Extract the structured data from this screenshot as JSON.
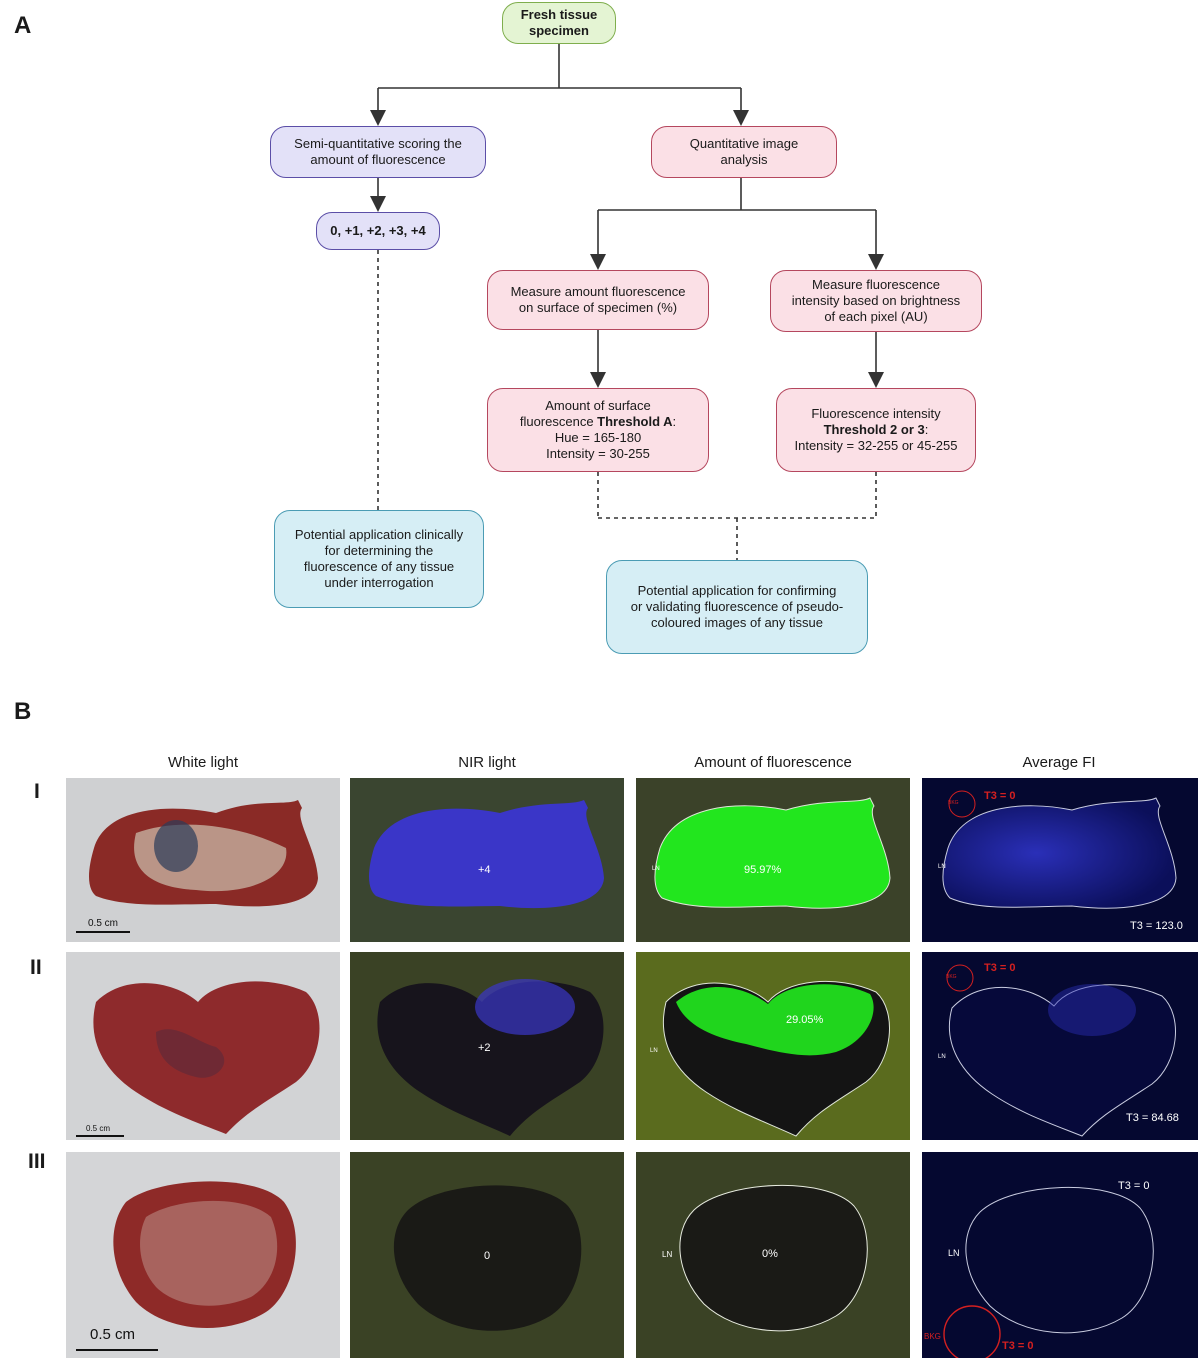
{
  "panel_a": {
    "letter": "A",
    "root": {
      "line1": "Fresh tissue",
      "line2": "specimen"
    },
    "semi": {
      "line1": "Semi-quantitative scoring the",
      "line2": "amount of fluorescence"
    },
    "scores": "0, +1, +2, +3, +4",
    "quant": {
      "line1": "Quantitative image",
      "line2": "analysis"
    },
    "measure_amount": {
      "line1": "Measure amount fluorescence",
      "line2": "on surface of specimen (%)"
    },
    "measure_intensity": {
      "line1": "Measure fluorescence",
      "line2": "intensity based on brightness",
      "line3": "of each pixel (AU)"
    },
    "threshold_a": {
      "line1": "Amount of surface",
      "line2a": "fluorescence ",
      "line2b": "Threshold A",
      "line2c": ":",
      "line3": "Hue = 165-180",
      "line4": "Intensity = 30-255"
    },
    "threshold_23": {
      "line1": "Fluorescence intensity",
      "line2a": "Threshold 2 or 3",
      "line2b": ":",
      "line3": "Intensity = 32-255 or 45-255"
    },
    "app_clinical": {
      "line1": "Potential application clinically",
      "line2": "for determining the",
      "line3": "fluorescence of any tissue",
      "line4": "under interrogation"
    },
    "app_validate": {
      "line1": "Potential application for confirming",
      "line2": "or validating fluorescence of pseudo-",
      "line3": "coloured images of any tissue"
    }
  },
  "panel_b": {
    "letter": "B",
    "columns": [
      "White light",
      "NIR light",
      "Amount of fluorescence",
      "Average FI"
    ],
    "rows": [
      {
        "label": "I",
        "scale": "0.5 cm",
        "score": "+4",
        "percent": "95.97%",
        "ln": "LN",
        "bkg": "BKG",
        "t3_bkg": "T3 = 0",
        "t3_ln": "T3 = 123.0"
      },
      {
        "label": "II",
        "scale": "0.5 cm",
        "score": "+2",
        "percent": "29.05%",
        "ln": "LN",
        "bkg": "BKG",
        "t3_bkg": "T3 = 0",
        "t3_ln": "T3 = 84.68"
      },
      {
        "label": "III",
        "scale": "0.5 cm",
        "score": "0",
        "percent": "0%",
        "ln": "LN",
        "bkg": "BKG",
        "t3_bkg": "T3 = 0",
        "t3_ln": "T3 = 0"
      }
    ]
  },
  "colors": {
    "green_node": "#e4f4d3",
    "purple_node": "#e3e1f8",
    "pink_node": "#fbe0e6",
    "blue_node": "#d6eef5",
    "fluorescence_green": "#22e61e",
    "nir_blue": "#3a36c8",
    "tissue_red": "#8a2a26",
    "bkg_circle": "#d42020"
  }
}
